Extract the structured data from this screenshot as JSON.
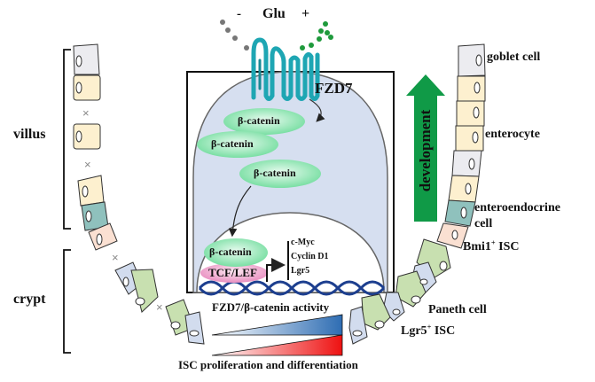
{
  "glucose": {
    "minus": "-",
    "label": "Glu",
    "plus": "+"
  },
  "receptor": {
    "label": "FZD7"
  },
  "cell": {
    "beta_catenin_labels": [
      "β-catenin",
      "β-catenin",
      "β-catenin"
    ],
    "nucleus": {
      "beta_catenin": "β-catenin",
      "tcf_lef": "TCF/LEF",
      "target_genes": [
        "c-Myc",
        "Cyclin D1",
        "Lgr5"
      ]
    }
  },
  "regions": {
    "villus": "villus",
    "crypt": "crypt"
  },
  "development_arrow": {
    "label": "development",
    "color": "#109a47"
  },
  "cell_types": {
    "goblet": "goblet cell",
    "enterocyte": "enterocyte",
    "enteroendocrine_line1": "enteroendocrine",
    "enteroendocrine_line2": "cell",
    "bmi1_isc_prefix": "Bmi1",
    "bmi1_isc_sup": "+",
    "bmi1_isc_suffix": " ISC",
    "paneth": "Paneth cell",
    "lgr5_isc_prefix": "Lgr5",
    "lgr5_isc_sup": "+",
    "lgr5_isc_suffix": " ISC"
  },
  "gradients": {
    "activity_label": "FZD7/β-catenin activity",
    "activity_color": "#2e6db3",
    "proliferation_label": "ISC proliferation and differentiation",
    "proliferation_color": "#ee1111"
  },
  "colors": {
    "receptor": "#1ea6b3",
    "glu_minus_dots": "#777777",
    "glu_plus_dots": "#1f9a3c",
    "cytoplasm": "#d6dff0",
    "beta_catenin": "#a8ecc4",
    "tcf_lef": "#f2b6d6",
    "dna": "#1d3f8f",
    "goblet": "#ececf0",
    "enterocyte": "#fdf0cf",
    "enteroendocrine": "#8fc1bd",
    "bmi1": "#fae0d2",
    "paneth": "#c8e0b0",
    "lgr5": "#d2dcee"
  }
}
